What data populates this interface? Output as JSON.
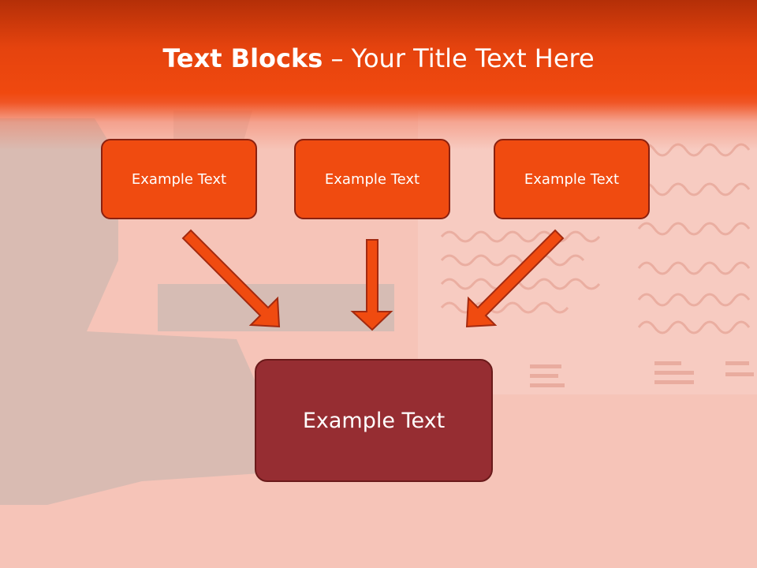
{
  "slide": {
    "title_bold": "Text Blocks",
    "title_sep": " – ",
    "title_rest": "Your Title Text Here"
  },
  "blocks": {
    "top": [
      {
        "label": "Example Text"
      },
      {
        "label": "Example Text"
      },
      {
        "label": "Example Text"
      }
    ],
    "bottom": {
      "label": "Example Text"
    }
  },
  "colors": {
    "title_bar": "#e5430e",
    "small_box": "#f04b10",
    "big_box": "#962d32",
    "arrow": "#f04b10",
    "background": "#f6c4b8"
  }
}
